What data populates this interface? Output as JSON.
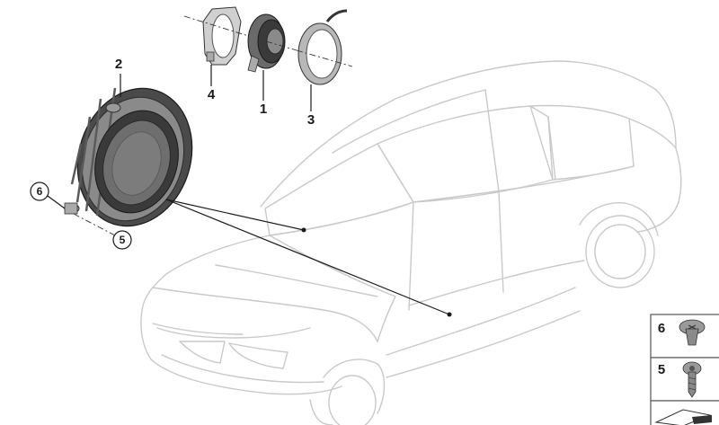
{
  "callouts": {
    "part1": "1",
    "part2": "2",
    "part3": "3",
    "part4": "4",
    "part5": "5",
    "part6": "6"
  },
  "legend": {
    "item6": "6",
    "item5": "5"
  },
  "colors": {
    "car_outline": "#c9c9c9",
    "speaker_dark": "#3a3a3a",
    "speaker_cone": "#6e6e6e",
    "speaker_frame": "#9a9a9a",
    "legend_border": "#555555"
  }
}
